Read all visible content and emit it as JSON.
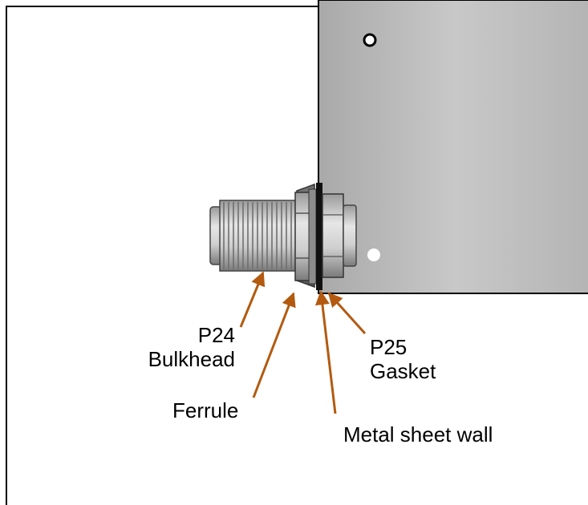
{
  "labels": {
    "bulkhead": {
      "part_number": "P24",
      "name": "Bulkhead"
    },
    "gasket": {
      "part_number": "P25",
      "name": "Gasket"
    },
    "ferrule": "Ferrule",
    "wall": "Metal sheet wall"
  },
  "colors": {
    "callout_arrow": "#B35A10",
    "panel_fill": "#bdbdbd",
    "frame": "#000000"
  }
}
